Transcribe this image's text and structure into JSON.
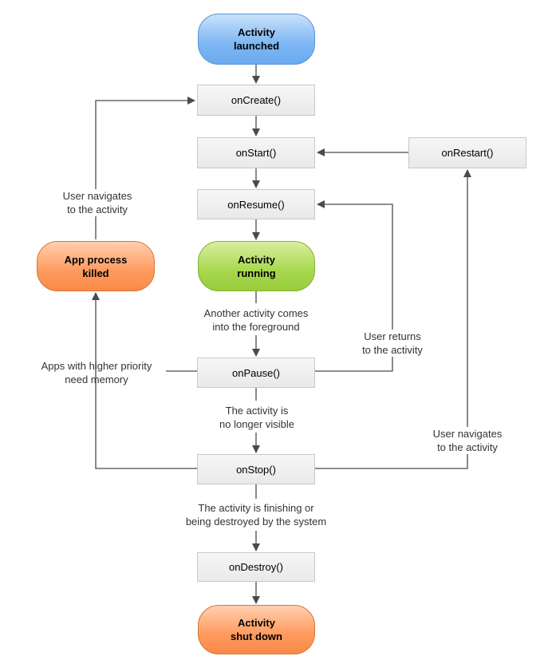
{
  "diagram": {
    "nodes": {
      "launched": "Activity\nlaunched",
      "on_create": "onCreate()",
      "on_start": "onStart()",
      "on_restart": "onRestart()",
      "on_resume": "onResume()",
      "running": "Activity\nrunning",
      "process_killed": "App process\nkilled",
      "on_pause": "onPause()",
      "on_stop": "onStop()",
      "on_destroy": "onDestroy()",
      "shut_down": "Activity\nshut down"
    },
    "edge_labels": {
      "user_navigates_left": "User navigates\nto the activity",
      "another_activity": "Another activity comes\ninto the foreground",
      "user_returns": "User returns\nto the activity",
      "higher_priority": "Apps with higher priority\nneed memory",
      "no_longer_visible": "The activity is\nno longer visible",
      "user_navigates_right": "User navigates\nto the activity",
      "finishing": "The activity is finishing or\nbeing destroyed by the system"
    }
  }
}
